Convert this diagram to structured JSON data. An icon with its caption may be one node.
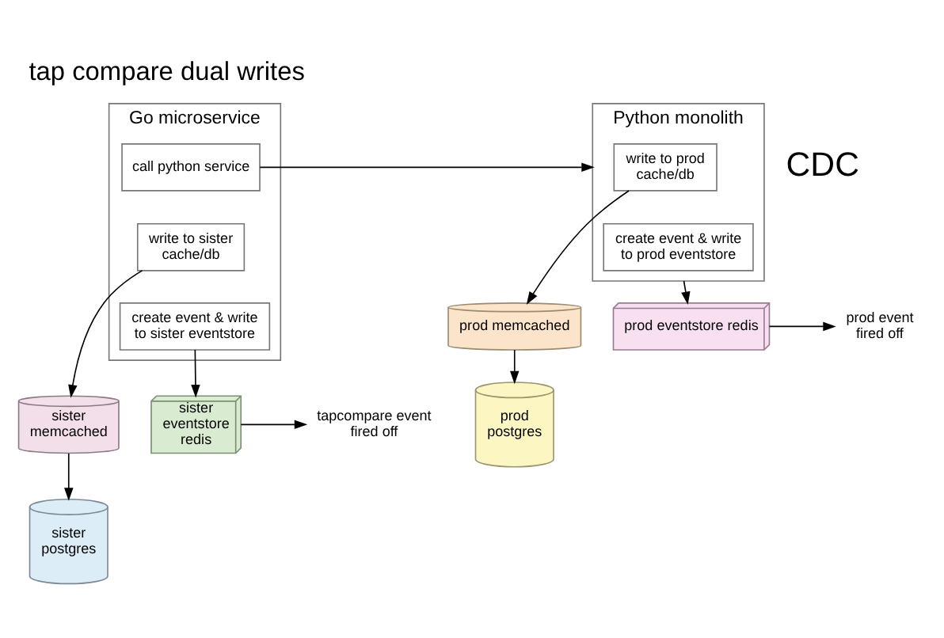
{
  "diagram": {
    "title": "tap compare dual writes",
    "nodes": [
      {
        "text": [
          "Go microservice"
        ]
      },
      {
        "text": [
          "call python service"
        ],
        "in": 0
      },
      {
        "text": [
          "write to sister cache/db"
        ],
        "in": 0
      },
      {
        "text": [
          "create event & write to sister eventstore"
        ],
        "in": 0
      },
      {
        "text": [
          "Python monolith"
        ]
      },
      {
        "text": [
          "write to prod cache/db"
        ],
        "in": 4
      },
      {
        "text": [
          "create event & write to prod eventstore"
        ],
        "in": 4
      },
      {
        "text": [
          "sister memcached"
        ]
      },
      {
        "text": [
          "sister postgres"
        ]
      },
      {
        "text": [
          "prod memcached"
        ]
      },
      {
        "text": [
          "prod postgres"
        ]
      },
      {
        "text": [
          "sister eventstore redis"
        ]
      },
      {
        "text": [
          "prod eventstore redis"
        ]
      },
      {
        "text": [
          "prod event fired off"
        ]
      },
      {
        "text": [
          "tapcompare event fired off"
        ]
      }
    ],
    "edges": [
      {
        "from": 1,
        "to": 4,
        "arrow": "to"
      },
      {
        "from": 2,
        "to": 7,
        "arrow": "to"
      },
      {
        "from": 3,
        "to": 11,
        "arrow": "to"
      },
      {
        "from": 5,
        "to": 9,
        "arrow": "to"
      },
      {
        "from": 4,
        "to": 12,
        "arrow": "to"
      },
      {
        "from": 7,
        "to": 8,
        "arrow": "to"
      },
      {
        "from": 9,
        "to": 10,
        "arrow": "to"
      },
      {
        "from": 12,
        "to": 13,
        "arrow": "to"
      },
      {
        "from": 11,
        "to": 14,
        "arrow": "to"
      }
    ],
    "labels": [
      "CDC"
    ]
  }
}
